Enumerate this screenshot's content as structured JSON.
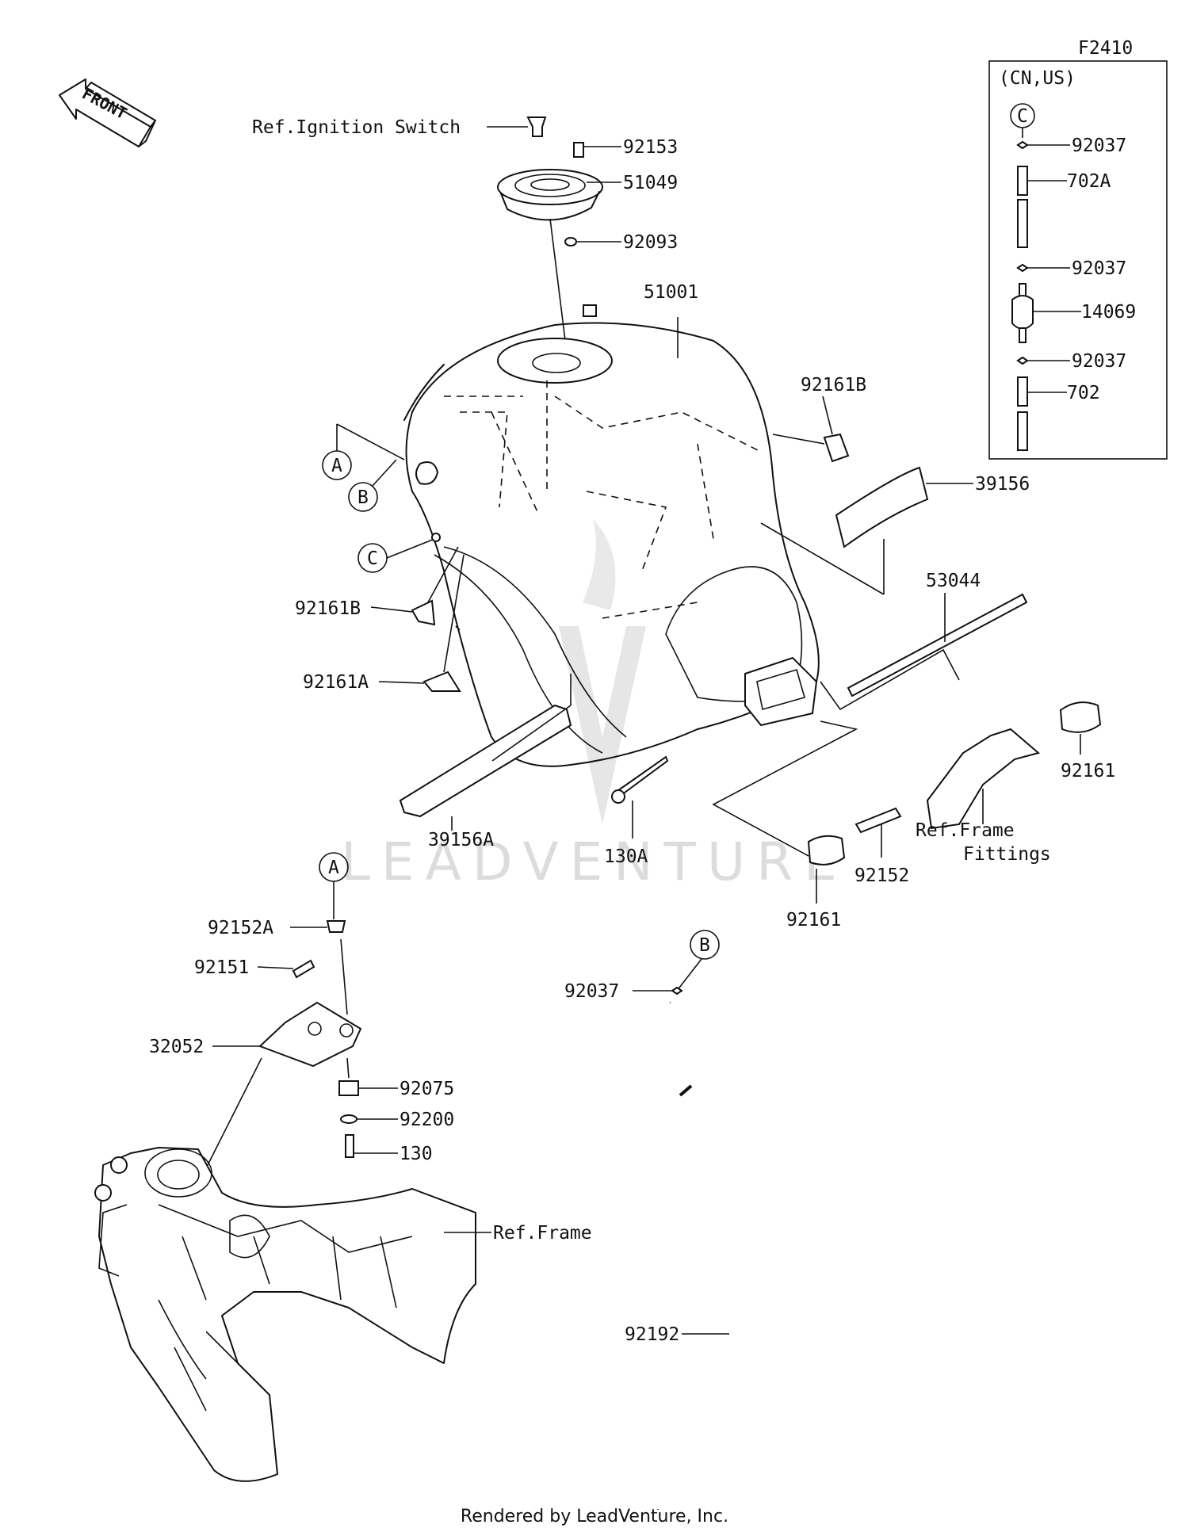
{
  "diagram_code": "F2410",
  "front_arrow": "FRONT",
  "variant_box": {
    "title": "(CN,US)"
  },
  "callouts": {
    "a": "A",
    "b": "B",
    "c": "C"
  },
  "parts": {
    "ignition_ref": "Ref.Ignition Switch",
    "p92153": "92153",
    "p51049": "51049",
    "p92093": "92093",
    "p51001": "51001",
    "p92161B_right": "92161B",
    "p39156": "39156",
    "p53044": "53044",
    "p92161B_left": "92161B",
    "p92161A": "92161A",
    "p39156A": "39156A",
    "p130A": "130A",
    "p92161_right": "92161",
    "frame_fittings_ref_1": "Ref.Frame",
    "frame_fittings_ref_2": "Fittings",
    "p92152": "92152",
    "p92161_center": "92161",
    "p92152A": "92152A",
    "p92151": "92151",
    "p32052": "32052",
    "p92075": "92075",
    "p92200": "92200",
    "p130": "130",
    "frame_ref": "Ref.Frame",
    "p92037_hose": "92037",
    "p92192": "92192",
    "box_92037_1": "92037",
    "box_702A": "702A",
    "box_92037_2": "92037",
    "box_14069": "14069",
    "box_92037_3": "92037",
    "box_702": "702"
  },
  "watermark": "LEADVENTURE",
  "footer": "Rendered by LeadVenture, Inc."
}
